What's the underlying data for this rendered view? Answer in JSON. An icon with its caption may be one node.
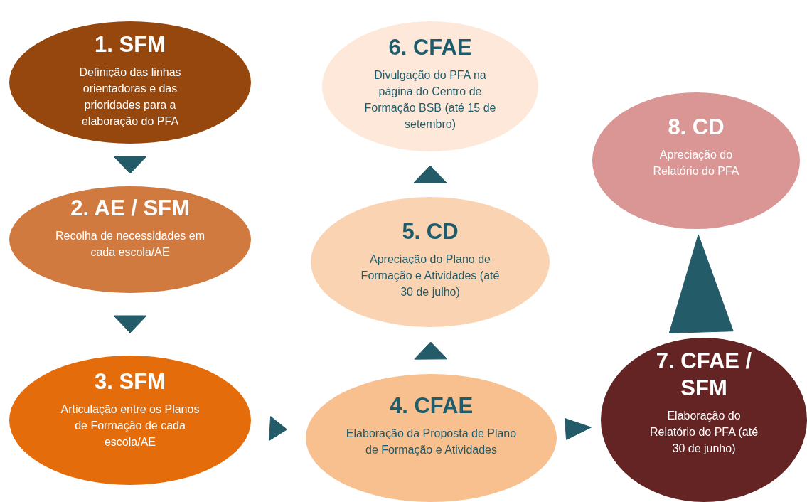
{
  "diagram": {
    "nodes": [
      {
        "text": [
          "1. SFM",
          "Definição das linhas orientadoras e das prioridades para a elaboração do PFA"
        ]
      },
      {
        "text": [
          "2. AE / SFM",
          "Recolha de necessidades em cada escola/AE"
        ]
      },
      {
        "text": [
          "3. SFM",
          "Articulação entre os Planos de Formação de cada escola/AE"
        ]
      },
      {
        "text": [
          "4. CFAE",
          "Elaboração da Proposta de Plano de Formação e Atividades"
        ]
      },
      {
        "text": [
          "5. CD",
          "Apreciação do Plano de Formação e Atividades (até 30 de julho)"
        ]
      },
      {
        "text": [
          "6. CFAE",
          "Divulgação do PFA na página do Centro de Formação BSB (até 15 de setembro)"
        ]
      },
      {
        "text": [
          "7. CFAE / SFM",
          "Elaboração do Relatório do PFA (até 30 de junho)"
        ]
      },
      {
        "text": [
          "8. CD",
          "Apreciação do Relatório do PFA"
        ]
      }
    ],
    "edges": [
      {
        "from": 0,
        "to": 1,
        "arrow": "to"
      },
      {
        "from": 1,
        "to": 2,
        "arrow": "to"
      },
      {
        "from": 2,
        "to": 3,
        "arrow": "to"
      },
      {
        "from": 3,
        "to": 4,
        "arrow": "to"
      },
      {
        "from": 4,
        "to": 5,
        "arrow": "to"
      },
      {
        "from": 3,
        "to": 6,
        "arrow": "to"
      },
      {
        "from": 6,
        "to": 7,
        "arrow": "to"
      }
    ]
  }
}
